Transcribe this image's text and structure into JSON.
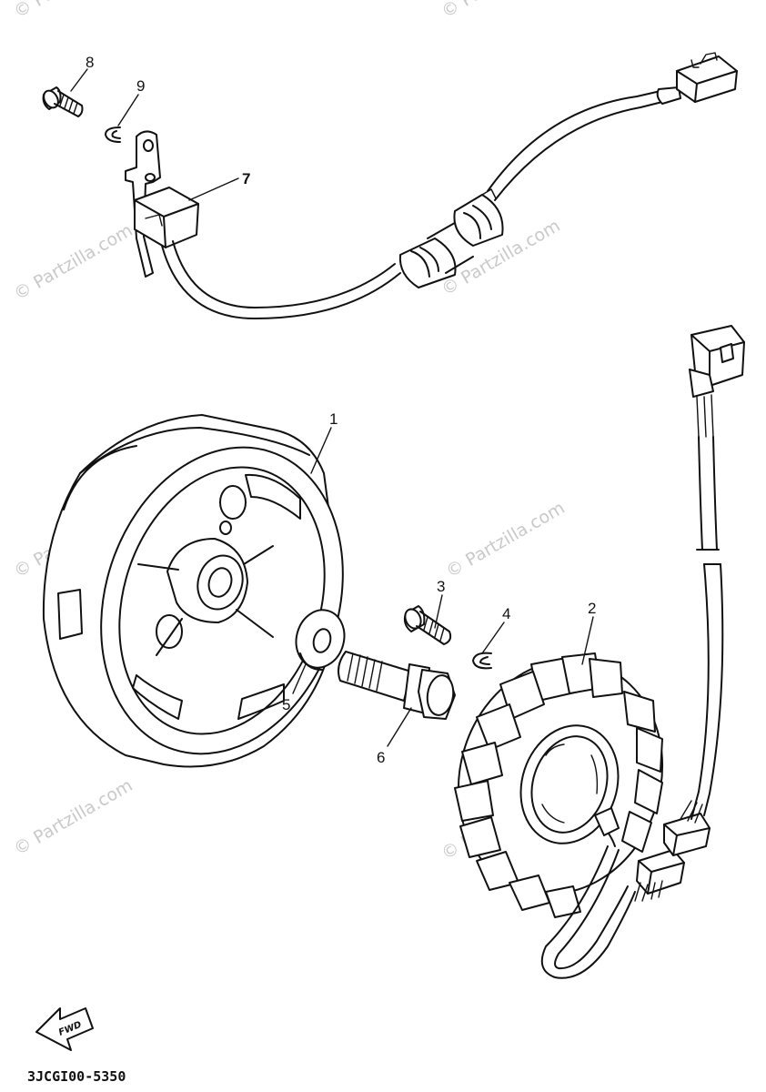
{
  "watermark": "© Partzilla.com",
  "diagram_code": "3JCGI00-5350",
  "fwd_label": "FWD",
  "parts": [
    {
      "id": "flywheel-rotor",
      "label": "1"
    },
    {
      "id": "stator-assembly",
      "label": "2"
    },
    {
      "id": "stator-screw",
      "label": "3"
    },
    {
      "id": "stator-washer",
      "label": "4"
    },
    {
      "id": "plain-washer",
      "label": "5"
    },
    {
      "id": "flywheel-bolt",
      "label": "6"
    },
    {
      "id": "pickup-coil",
      "label": "7"
    },
    {
      "id": "pickup-screw",
      "label": "8"
    },
    {
      "id": "pickup-washer",
      "label": "9"
    }
  ]
}
